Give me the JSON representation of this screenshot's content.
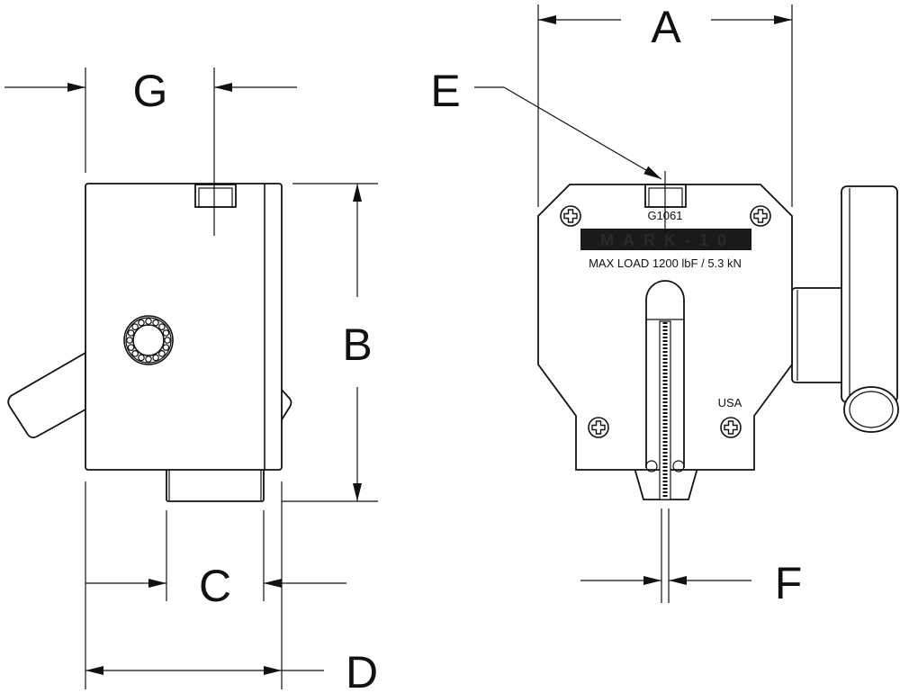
{
  "dimensions": {
    "A": "A",
    "B": "B",
    "C": "C",
    "D": "D",
    "E": "E",
    "F": "F",
    "G": "G"
  },
  "plate": {
    "model": "G1061",
    "brand": "MARK-10",
    "max_load": "MAX LOAD 1200 lbF / 5.3 kN",
    "origin": "USA"
  }
}
